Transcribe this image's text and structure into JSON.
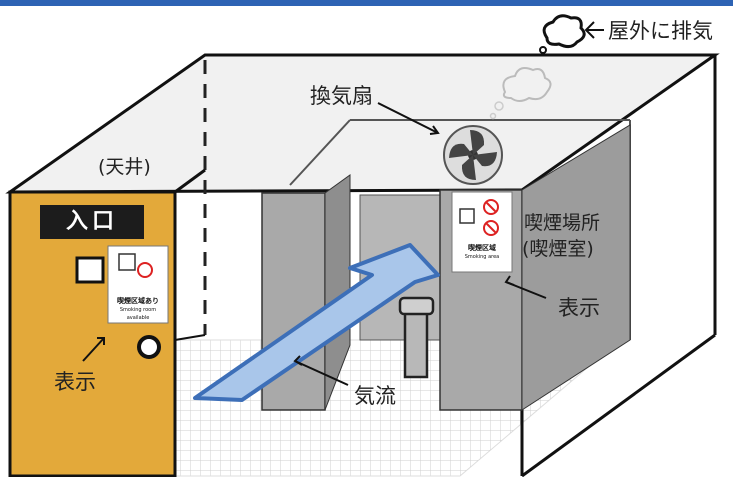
{
  "labels": {
    "exhaust": "屋外に排気",
    "ventilation_fan": "換気扇",
    "ceiling": "(天井)",
    "entrance": "入口",
    "smoking_area_line1": "喫煙場所",
    "smoking_area_line2": "(喫煙室)",
    "display_right": "表示",
    "display_left": "表示",
    "airflow": "気流"
  },
  "signs": {
    "door_sign_title": "喫煙区域あり",
    "door_sign_sub": "Smoking room available",
    "room_sign_title": "喫煙区域",
    "room_sign_sub": "Smoking area"
  },
  "colors": {
    "door": "#e3a93a",
    "door_dark": "#c98e22",
    "partition": "#a9a9a9",
    "partition_dark": "#8e8e8e",
    "ceiling": "#f1f1f1",
    "floor_grid": "#cfcfcf",
    "airflow_fill": "#a9c6ea",
    "airflow_stroke": "#3d6fb8",
    "top_bar": "#2d63b4",
    "no_smoking_red": "#d22"
  }
}
